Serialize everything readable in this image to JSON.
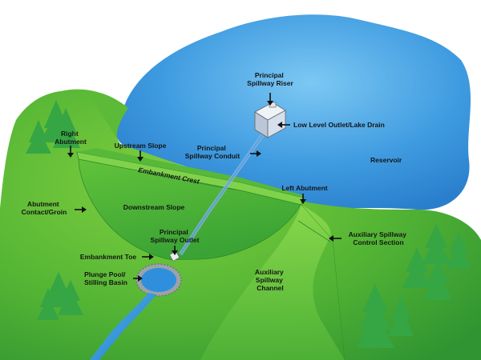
{
  "labels": {
    "principal_spillway_riser": [
      "Principal",
      "Spillway Riser"
    ],
    "low_level_outlet": "Low Level Outlet/Lake Drain",
    "principal_spillway_conduit": [
      "Principal",
      "Spillway Conduit"
    ],
    "upstream_slope": "Upstream Slope",
    "right_abutment": [
      "Right",
      "Abutment"
    ],
    "reservoir": "Reservoir",
    "embankment_crest": "Embankment Crest",
    "left_abutment": "Left Abutment",
    "abutment_contact_groin": [
      "Abutment",
      "Contact/Groin"
    ],
    "downstream_slope": "Downstream Slope",
    "principal_spillway_outlet": [
      "Principal",
      "Spillway Outlet"
    ],
    "auxiliary_spillway_control_section": [
      "Auxiliary Spillway",
      "Control Section"
    ],
    "embankment_toe": "Embankment Toe",
    "plunge_pool_stilling_basin": [
      "Plunge Pool/",
      "Stilling Basin"
    ],
    "auxiliary_spillway_channel": [
      "Auxiliary",
      "Spillway",
      "Channel"
    ]
  },
  "colors": {
    "reservoir_light": "#8fd3f7",
    "reservoir_dark": "#2f88d6",
    "grass_light": "#9ee051",
    "grass_dark": "#2e9e34",
    "tree": "#3aa847",
    "channel": "#2a8fd9",
    "riser": "#c9d3e0"
  }
}
